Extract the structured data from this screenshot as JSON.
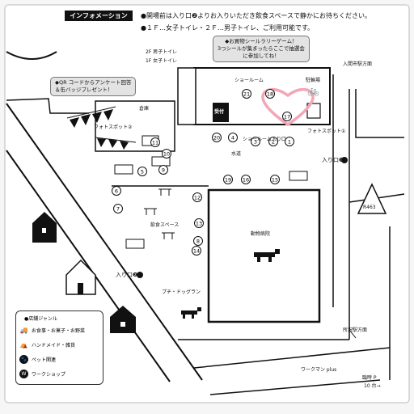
{
  "header": {
    "title": "インフォメーション"
  },
  "notes": [
    "●開場前は入り口❷よりお入りいただき飲食スペースで静かにお待ちください。",
    "●１Ｆ…女子トイレ・２Ｆ…男子トイレ、ご利用可能です。"
  ],
  "callouts": {
    "stamp": [
      "◆お買物シールラリーゲーム！",
      "3つシールが集まったらここで抽選会",
      "に参加してね！"
    ],
    "survey": [
      "◆QR コードからアンケート回答",
      "＆缶バッジプレゼント！"
    ]
  },
  "labels": {
    "toilet_2f": "2F 男子トイレ",
    "toilet_1f": "1F 女子トイレ",
    "showroom": "ショールーム",
    "reception": "受付",
    "bicycle": "駐輪場",
    "iruma": "入間市駅方面",
    "warehouse": "倉庫",
    "photo_spot_1": "フォトスポット①",
    "photo_spot_2": "フォトスポット②",
    "showroom_entrance": "ショールーム入り口",
    "water": "水道",
    "entrance_1": "入り口❶",
    "route": "R463",
    "dining": "飲食スペース",
    "hospital": "動物病院",
    "dog_run": "プチ・ドッグラン",
    "entrance_2": "入り口❷",
    "tokorozawa": "所沢駅方面",
    "workman": "ワークマン plus",
    "parking": "臨時 P",
    "parking_count": "10 台→"
  },
  "booths": [
    "1",
    "2",
    "3",
    "4",
    "5",
    "6",
    "7",
    "8",
    "9",
    "10",
    "11",
    "12",
    "13",
    "14",
    "15",
    "16",
    "17",
    "18",
    "19",
    "20",
    "21"
  ],
  "legend": {
    "title": "●店舗ジャンル",
    "items": [
      {
        "icon": "food-truck-icon",
        "label": "お食事・お菓子・お野菜"
      },
      {
        "icon": "tent-icon",
        "label": "ハンドメイド・雑貨"
      },
      {
        "icon": "paw-icon",
        "label": "ペット関連"
      },
      {
        "icon": "workshop-w-icon",
        "label": "ワークショップ"
      }
    ]
  },
  "colors": {
    "heart": "#f2a6b6",
    "ink": "#111111",
    "callout_bg": "#e3e3e3"
  }
}
